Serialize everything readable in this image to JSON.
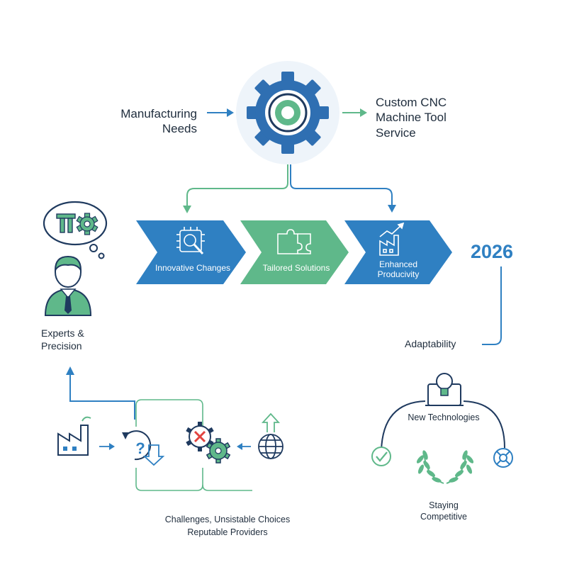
{
  "input_label": "Manufacturing Needs",
  "output_label": "Custom CNC Machine Tool Service",
  "steps": [
    {
      "label": "Innovative Changes",
      "icon": "chip-magnifier-icon",
      "color": "#2f80c2"
    },
    {
      "label": "Tailored Solutions",
      "icon": "puzzle-icon",
      "color": "#5fb88a"
    },
    {
      "label": "Enhanced Producivity",
      "icon": "factory-growth-icon",
      "color": "#2f80c2"
    }
  ],
  "year": "2026",
  "adaptability_label": "Adaptability",
  "experts_label": "Experts & Precision",
  "new_tech_label": "New Technologies",
  "staying_label": "Staying Competitive",
  "challenges_line1": "Challenges, Unsistable Choices",
  "challenges_line2": "Reputable Providers",
  "colors": {
    "blue": "#2f80c2",
    "green": "#5fb88a",
    "navy": "#1f3a5f"
  }
}
